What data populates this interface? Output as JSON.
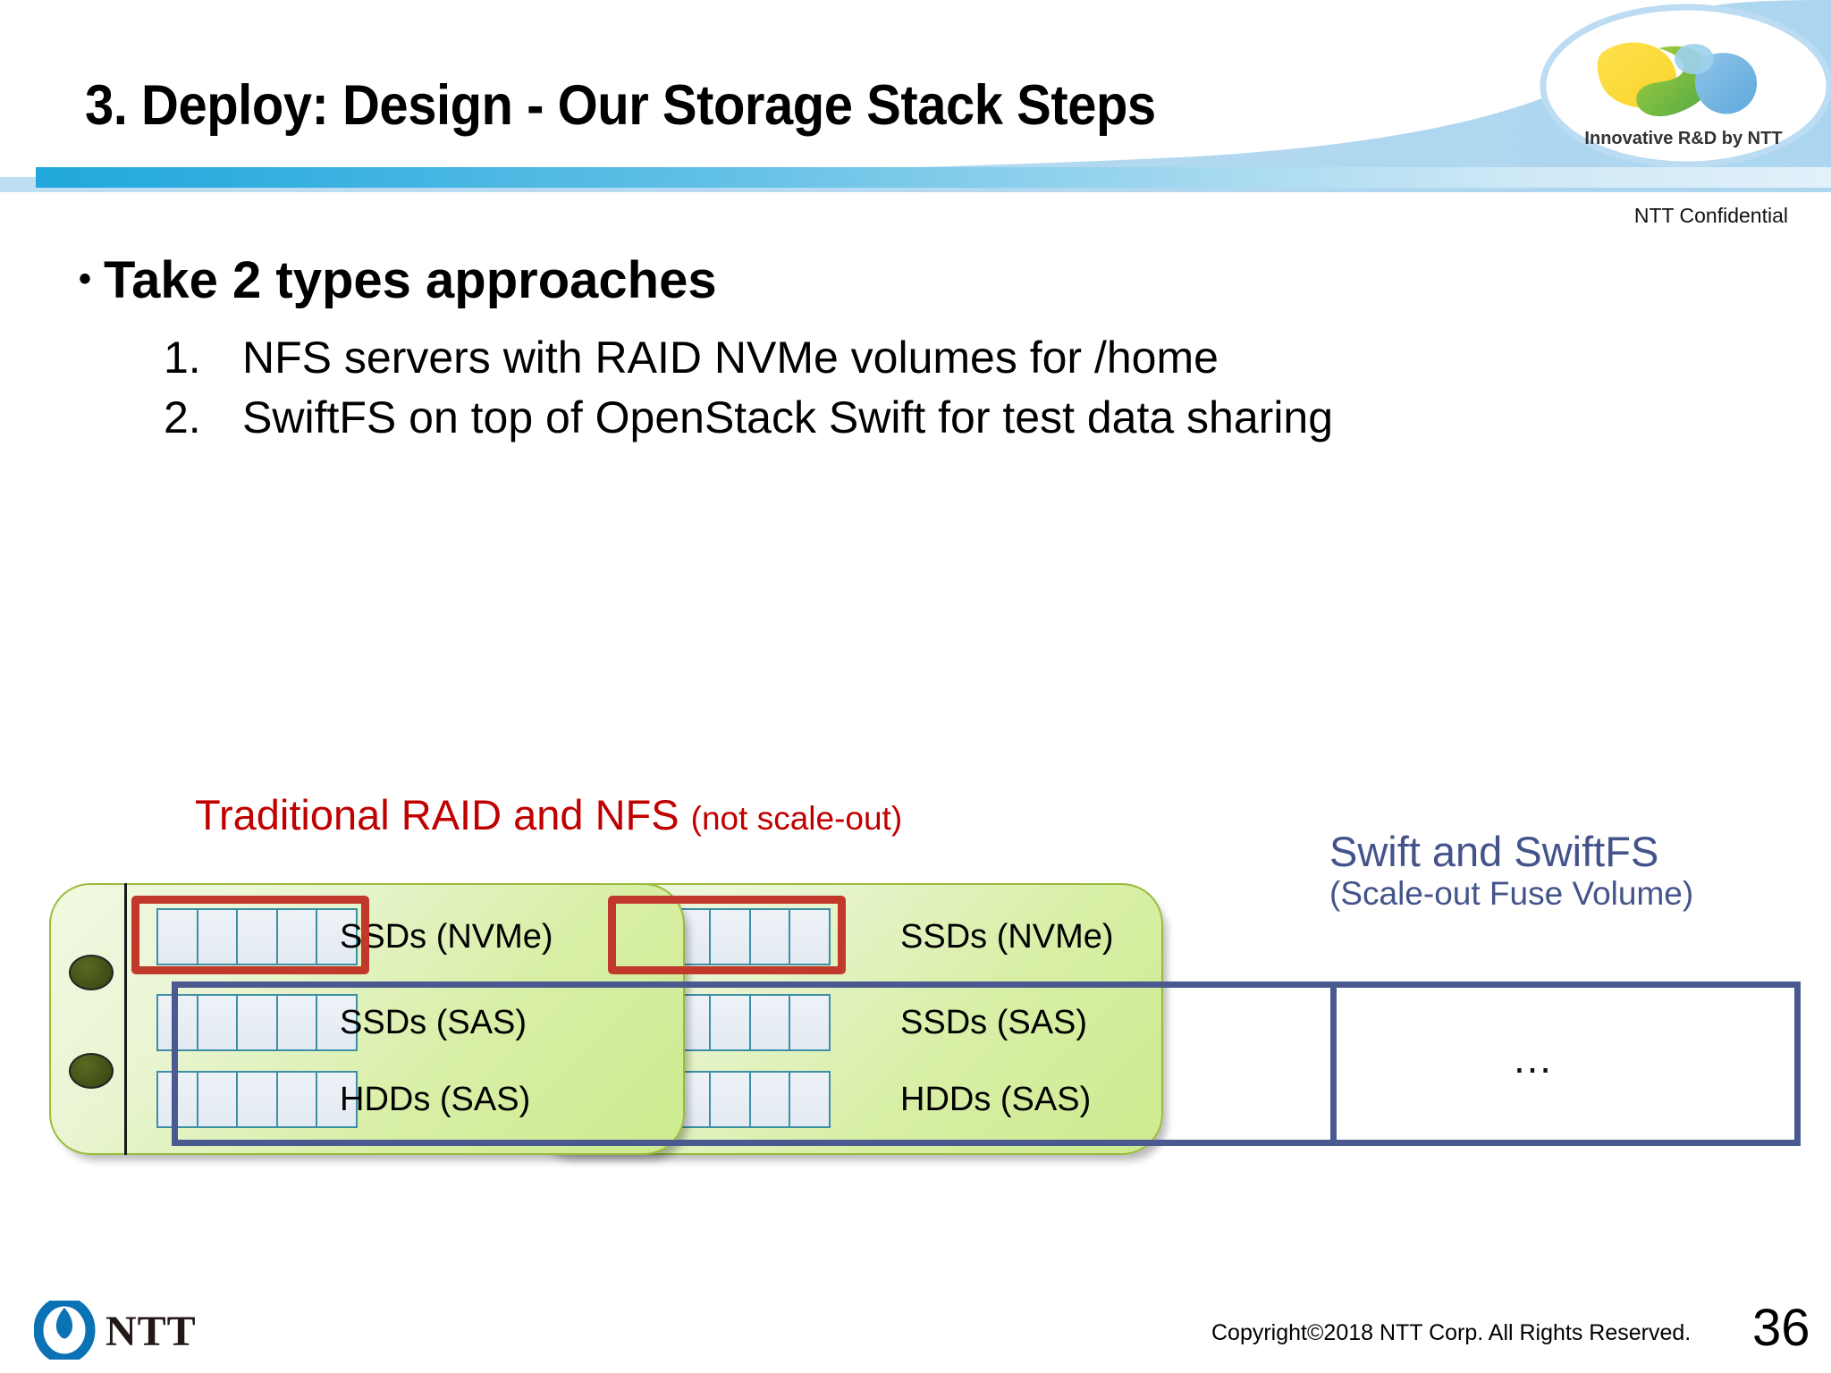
{
  "header": {
    "title": "3. Deploy: Design - Our Storage Stack Steps",
    "confidential": "NTT Confidential",
    "logo_tagline": "Innovative R&D by NTT",
    "bar_color_left": "#22A8DC",
    "bar_color_right": "#E3F1FA"
  },
  "body": {
    "bullet": "Take 2 types approaches",
    "bullet_marker": "•",
    "numbered": [
      {
        "num": "1.",
        "text": "NFS servers with RAID NVMe volumes for /home"
      },
      {
        "num": "2.",
        "text": "SwiftFS on top of OpenStack Swift for test data sharing"
      }
    ]
  },
  "diagram": {
    "left_label_main": "Traditional RAID and NFS",
    "left_label_note": "(not scale-out)",
    "left_label_color": "#C00000",
    "right_label_main": "Swift and SwiftFS",
    "right_label_note": "(Scale-out Fuse Volume)",
    "right_label_color": "#44548B",
    "ellipsis": "…",
    "servers": [
      {
        "name": "server-1",
        "rows": [
          {
            "label": "SSDs (NVMe)",
            "drives": 5,
            "highlight": "red"
          },
          {
            "label": "SSDs (SAS)",
            "drives": 5,
            "highlight": "blue"
          },
          {
            "label": "HDDs (SAS)",
            "drives": 5,
            "highlight": "blue"
          }
        ]
      },
      {
        "name": "server-2",
        "rows": [
          {
            "label": "SSDs (NVMe)",
            "drives": 5,
            "highlight": "red"
          },
          {
            "label": "SSDs (SAS)",
            "drives": 5,
            "highlight": "blue"
          },
          {
            "label": "HDDs (SAS)",
            "drives": 5,
            "highlight": "blue"
          }
        ]
      }
    ],
    "box_colors": {
      "server_fill": "#D5EE9C",
      "server_border": "#9BBB3C",
      "raid_highlight": "#C0392B",
      "swift_highlight": "#4A5A90",
      "drive_border": "#3D8FA8",
      "drive_fill": "#E8EEF4"
    }
  },
  "footer": {
    "brand": "NTT",
    "copyright": "Copyright©2018  NTT Corp. All Rights Reserved.",
    "page": "36"
  }
}
